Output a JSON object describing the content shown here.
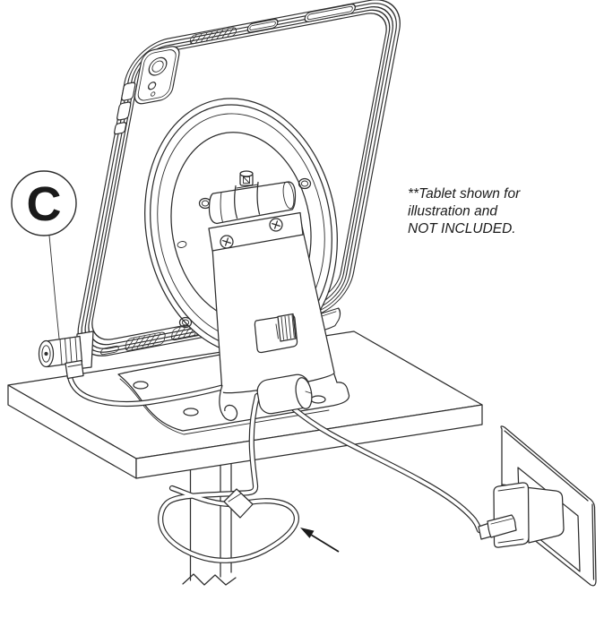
{
  "callout": {
    "label": "C"
  },
  "note": {
    "line1": "**Tablet shown for",
    "line2": "illustration and",
    "line3": "NOT INCLUDED."
  },
  "colors": {
    "line": "#2d2d2d",
    "background": "#ffffff",
    "text": "#1a1a1a"
  },
  "parts": [
    "tablet-rear",
    "camera-module",
    "mount-plate",
    "stand-arm",
    "hinge-clamp",
    "base-plate",
    "table",
    "table-leg",
    "security-cable",
    "cable-lock-block",
    "cable-lock",
    "power-cable",
    "power-adapter",
    "wall-outlet",
    "usb-plug",
    "direction-arrow"
  ]
}
